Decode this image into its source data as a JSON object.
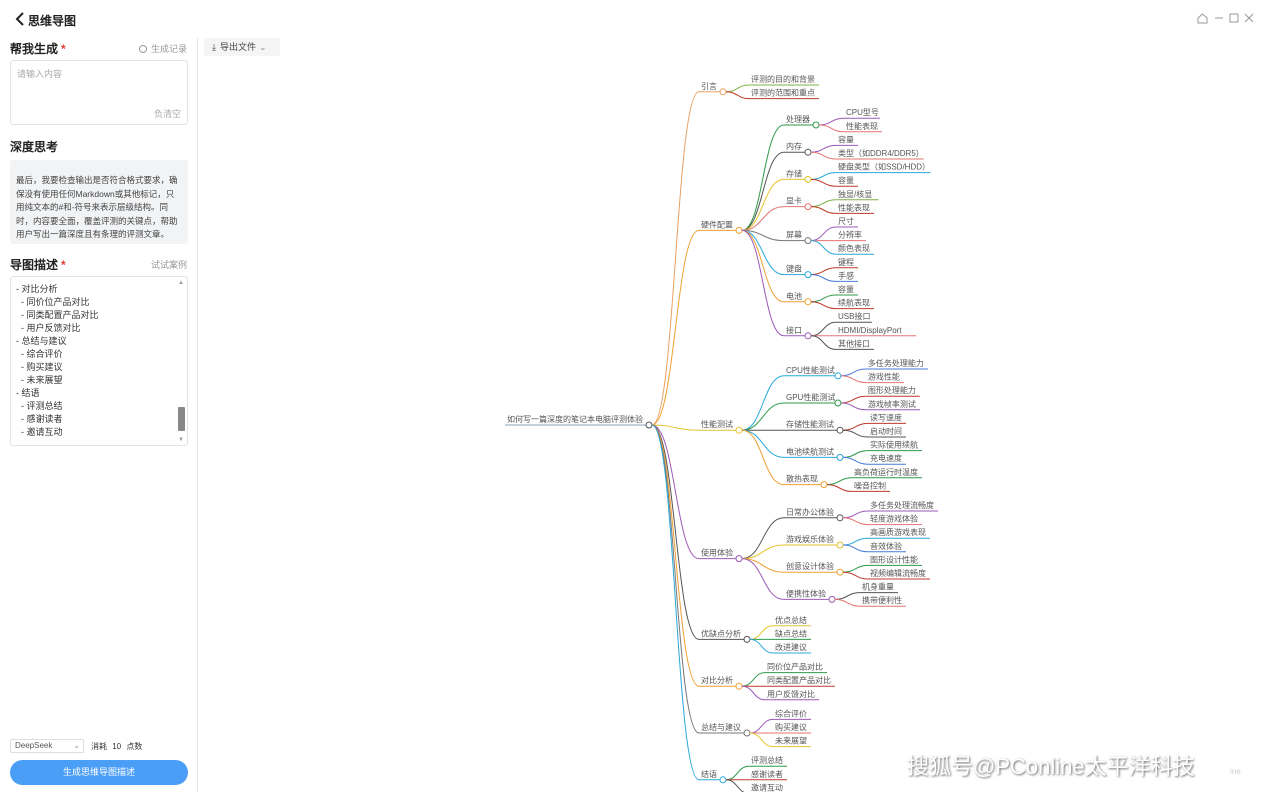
{
  "app": {
    "title": "思维导图",
    "back_icon": "chevron-left-icon"
  },
  "window_controls": [
    "home-icon",
    "minimize-icon",
    "maximize-icon",
    "close-icon"
  ],
  "left": {
    "help": {
      "title": "帮我生成",
      "required": "*",
      "history_link": "生成记录",
      "placeholder": "请输入内容",
      "clear": "负清空"
    },
    "thinking": {
      "title": "深度思考",
      "text": "最后，我要检查输出是否符合格式要求，确保没有使用任何Markdown或其他标记，只用纯文本的#和-符号来表示层级结构。同时，内容要全面，覆盖评测的关键点，帮助用户写出一篇深度且有条理的评测文章。"
    },
    "desc": {
      "title": "导图描述",
      "required": "*",
      "example_link": "试试案例",
      "lines": [
        "- 对比分析",
        "  - 同价位产品对比",
        "  - 同类配置产品对比",
        "  - 用户反馈对比",
        "- 总结与建议",
        "  - 综合评价",
        "  - 购买建议",
        "  - 未来展望",
        "- 结语",
        "  - 评测总结",
        "  - 感谢读者",
        "  - 邀请互动"
      ]
    },
    "model": "DeepSeek",
    "cost_label": "消耗",
    "cost_value": "10",
    "cost_unit": "点数",
    "generate_button": "生成思维导图描述"
  },
  "toolbar": {
    "export_label": "导出文件"
  },
  "watermark": "搜狐号@PConline太平洋科技",
  "watermark_small": "ine",
  "mindmap": {
    "root": "如何写一篇深度的笔记本电脑评测体验",
    "branches": [
      {
        "label": "引言",
        "color": "#e8a060",
        "children": [
          {
            "label": "评测的目的和背景",
            "color": "#7cb342"
          },
          {
            "label": "评测的范围和重点",
            "color": "#c0392b"
          }
        ]
      },
      {
        "label": "硬件配置",
        "color": "#f0a030",
        "children": [
          {
            "label": "处理器",
            "color": "#2e9a4b",
            "children": [
              {
                "label": "CPU型号",
                "color": "#9b59b6"
              },
              {
                "label": "性能表现",
                "color": "#e57373"
              }
            ]
          },
          {
            "label": "内存",
            "color": "#555555",
            "children": [
              {
                "label": "容量",
                "color": "#9b59b6"
              },
              {
                "label": "类型（如DDR4/DDR5）",
                "color": "#e57373"
              }
            ]
          },
          {
            "label": "存储",
            "color": "#e6c229",
            "children": [
              {
                "label": "硬盘类型（如SSD/HDD）",
                "color": "#29a8d8"
              },
              {
                "label": "容量",
                "color": "#c0392b"
              }
            ]
          },
          {
            "label": "显卡",
            "color": "#e57373",
            "children": [
              {
                "label": "独显/核显",
                "color": "#7cb342"
              },
              {
                "label": "性能表现",
                "color": "#c0392b"
              }
            ]
          },
          {
            "label": "屏幕",
            "color": "#777777",
            "children": [
              {
                "label": "尺寸",
                "color": "#9b59b6"
              },
              {
                "label": "分辨率",
                "color": "#e57373"
              },
              {
                "label": "颜色表现",
                "color": "#29a8d8"
              }
            ]
          },
          {
            "label": "键盘",
            "color": "#29a8d8",
            "children": [
              {
                "label": "键程",
                "color": "#c0392b"
              },
              {
                "label": "手感",
                "color": "#4a7ad8"
              }
            ]
          },
          {
            "label": "电池",
            "color": "#f0a030",
            "children": [
              {
                "label": "容量",
                "color": "#2e9a4b"
              },
              {
                "label": "续航表现",
                "color": "#c0392b"
              }
            ]
          },
          {
            "label": "接口",
            "color": "#9b59b6",
            "children": [
              {
                "label": "USB接口",
                "color": "#555555"
              },
              {
                "label": "HDMI/DisplayPort",
                "color": "#e57373"
              },
              {
                "label": "其他接口",
                "color": "#555555"
              }
            ]
          }
        ]
      },
      {
        "label": "性能测试",
        "color": "#e6c229",
        "children": [
          {
            "label": "CPU性能测试",
            "color": "#29a8d8",
            "children": [
              {
                "label": "多任务处理能力",
                "color": "#4a7ad8"
              },
              {
                "label": "游戏性能",
                "color": "#e57373"
              }
            ]
          },
          {
            "label": "GPU性能测试",
            "color": "#2e9a4b",
            "children": [
              {
                "label": "图形处理能力",
                "color": "#c0392b"
              },
              {
                "label": "游戏帧率测试",
                "color": "#9b59b6"
              }
            ]
          },
          {
            "label": "存储性能测试",
            "color": "#555555",
            "children": [
              {
                "label": "读写速度",
                "color": "#c0392b"
              },
              {
                "label": "启动时间",
                "color": "#555555"
              }
            ]
          },
          {
            "label": "电池续航测试",
            "color": "#29a8d8",
            "children": [
              {
                "label": "实际使用续航",
                "color": "#2e9a4b"
              },
              {
                "label": "充电速度",
                "color": "#4a7ad8"
              }
            ]
          },
          {
            "label": "散热表现",
            "color": "#f0a030",
            "children": [
              {
                "label": "高负荷运行时温度",
                "color": "#2e9a4b"
              },
              {
                "label": "噪音控制",
                "color": "#c0392b"
              }
            ]
          }
        ]
      },
      {
        "label": "使用体验",
        "color": "#9b59b6",
        "children": [
          {
            "label": "日常办公体验",
            "color": "#555555",
            "children": [
              {
                "label": "多任务处理流畅度",
                "color": "#9b59b6"
              },
              {
                "label": "轻度游戏体验",
                "color": "#e57373"
              }
            ]
          },
          {
            "label": "游戏娱乐体验",
            "color": "#e6c229",
            "children": [
              {
                "label": "高画质游戏表现",
                "color": "#29a8d8"
              },
              {
                "label": "音效体验",
                "color": "#4a7ad8"
              }
            ]
          },
          {
            "label": "创意设计体验",
            "color": "#f0a030",
            "children": [
              {
                "label": "图形设计性能",
                "color": "#2e9a4b"
              },
              {
                "label": "视频编辑流畅度",
                "color": "#c0392b"
              }
            ]
          },
          {
            "label": "便携性体验",
            "color": "#9b59b6",
            "children": [
              {
                "label": "机身重量",
                "color": "#555555"
              },
              {
                "label": "携带便利性",
                "color": "#e57373"
              }
            ]
          }
        ]
      },
      {
        "label": "优缺点分析",
        "color": "#555555",
        "children": [
          {
            "label": "优点总结",
            "color": "#e6c229"
          },
          {
            "label": "缺点总结",
            "color": "#2e9a4b"
          },
          {
            "label": "改进建议",
            "color": "#29a8d8"
          }
        ]
      },
      {
        "label": "对比分析",
        "color": "#f0a030",
        "children": [
          {
            "label": "同价位产品对比",
            "color": "#2e9a4b"
          },
          {
            "label": "同类配置产品对比",
            "color": "#c0392b"
          },
          {
            "label": "用户反馈对比",
            "color": "#9b59b6"
          }
        ]
      },
      {
        "label": "总结与建议",
        "color": "#777777",
        "children": [
          {
            "label": "综合评价",
            "color": "#9b59b6"
          },
          {
            "label": "购买建议",
            "color": "#e57373"
          },
          {
            "label": "未来展望",
            "color": "#e6c229"
          }
        ]
      },
      {
        "label": "结语",
        "color": "#29a8d8",
        "children": [
          {
            "label": "评测总结",
            "color": "#2e9a4b"
          },
          {
            "label": "感谢读者",
            "color": "#c0392b"
          },
          {
            "label": "邀请互动",
            "color": "#555555"
          }
        ]
      }
    ]
  }
}
